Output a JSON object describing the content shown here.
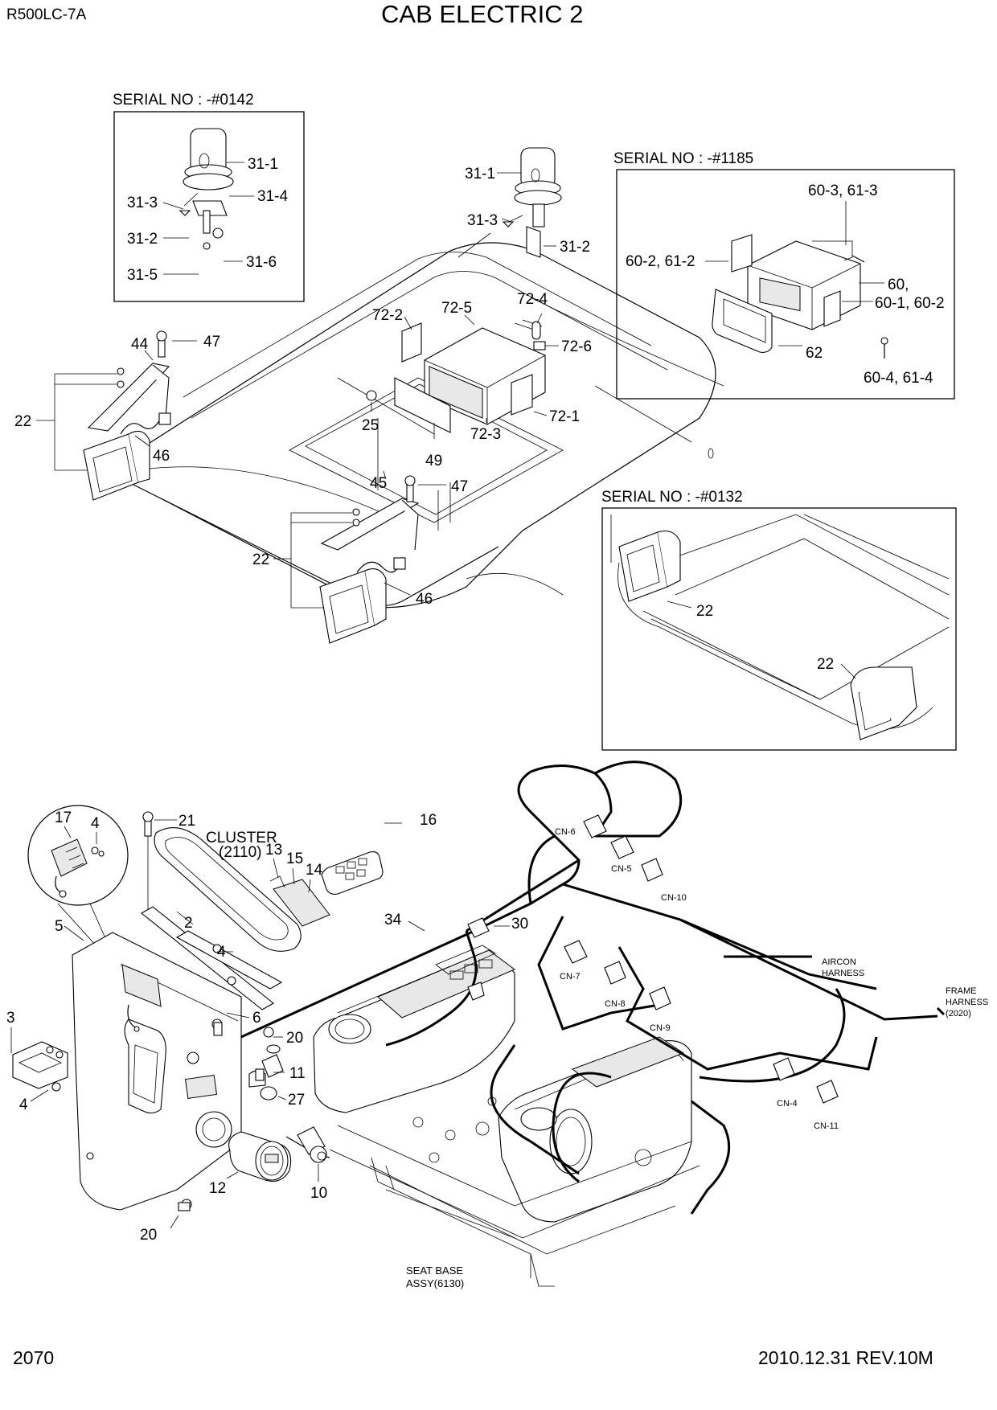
{
  "header": {
    "model": "R500LC-7A",
    "title": "CAB ELECTRIC 2"
  },
  "footer": {
    "page_number": "2070",
    "date_revision": "2010.12.31  REV.10M"
  },
  "serial_boxes": {
    "beacon": "SERIAL NO : -#0142",
    "radio": "SERIAL NO : -#1185",
    "worklamp": "SERIAL NO : -#0132"
  },
  "callouts": {
    "c31_1_box": "31-1",
    "c31_3_box": "31-3",
    "c31_4_box": "31-4",
    "c31_2_box": "31-2",
    "c31_6_box": "31-6",
    "c31_5_box": "31-5",
    "c31_1": "31-1",
    "c31_3": "31-3",
    "c31_2": "31-2",
    "c60_3": "60-3, 61-3",
    "c60_2": "60-2, 61-2",
    "c60": "60,",
    "c60_1": "60-1, 60-2",
    "c62": "62",
    "c60_4": "60-4, 61-4",
    "c72_2": "72-2",
    "c72_5": "72-5",
    "c72_4": "72-4",
    "c72_6": "72-6",
    "c72_1": "72-1",
    "c72_3": "72-3",
    "c25": "25",
    "c49": "49",
    "c44": "44",
    "c47a": "47",
    "c22a": "22",
    "c46a": "46",
    "c45": "45",
    "c47b": "47",
    "c22b": "22",
    "c46b": "46",
    "c22c": "22",
    "c22d": "22",
    "c17": "17",
    "c4a": "4",
    "c21": "21",
    "c13": "13",
    "c15": "15",
    "c14": "14",
    "c16": "16",
    "c5": "5",
    "c2": "2",
    "c4b": "4",
    "c6": "6",
    "c3": "3",
    "c4c": "4",
    "c20a": "20",
    "c11": "11",
    "c27": "27",
    "c12": "12",
    "c10": "10",
    "c20b": "20",
    "c34": "34",
    "c30": "30"
  },
  "notes": {
    "cluster": "CLUSTER",
    "cluster_ref": "(2110)",
    "aircon_1": "AIRCON",
    "aircon_2": "HARNESS",
    "frame_1": "FRAME",
    "frame_2": "HARNESS",
    "frame_3": "(2020)",
    "seat_1": "SEAT BASE",
    "seat_2": "ASSY(6130)"
  },
  "connectors": {
    "cn6": "CN-6",
    "cn5": "CN-5",
    "cn10": "CN-10",
    "cn7": "CN-7",
    "cn8": "CN-8",
    "cn9": "CN-9",
    "cn4": "CN-4",
    "cn11": "CN-11"
  }
}
